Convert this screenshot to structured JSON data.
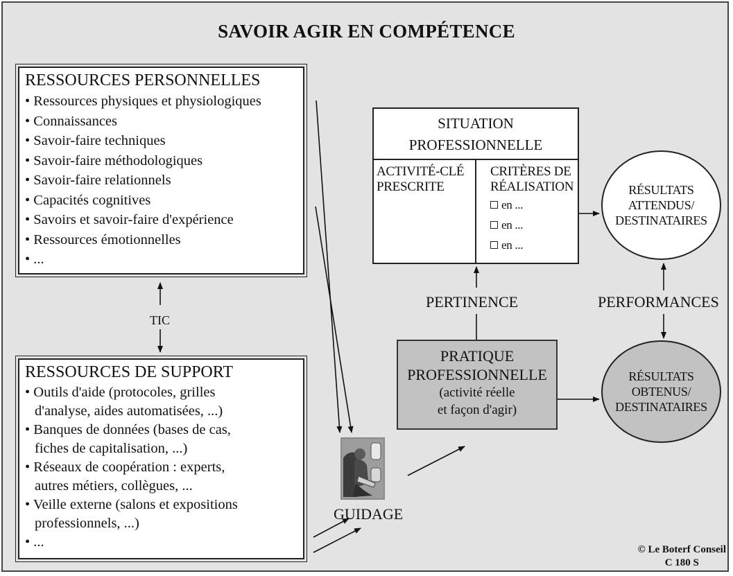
{
  "title": "SAVOIR AGIR EN COMPÉTENCE",
  "ressources_personnelles": {
    "title": "RESSOURCES PERSONNELLES",
    "items": [
      "• Ressources physiques et physiologiques",
      "• Connaissances",
      "• Savoir-faire techniques",
      "• Savoir-faire méthodologiques",
      "• Savoir-faire relationnels",
      "• Capacités cognitives",
      "• Savoirs et savoir-faire d'expérience",
      "• Ressources émotionnelles",
      "• ..."
    ]
  },
  "tic_label": "TIC",
  "ressources_support": {
    "title": "RESSOURCES DE SUPPORT",
    "items": [
      "• Outils d'aide (protocoles, grilles d'analyse, aides automatisées, ...)",
      "• Banques de données (bases de cas, fiches de capitalisation, ...)",
      "• Réseaux de coopération : experts, autres métiers, collègues, ...",
      "• Veille externe (salons et expositions professionnels, ...)",
      "• ..."
    ]
  },
  "situation": {
    "title_line1": "SITUATION",
    "title_line2": "PROFESSIONNELLE",
    "activite_line1": "ACTIVITÉ-CLÉ",
    "activite_line2": "PRESCRITE",
    "criteres_line1": "CRITÈRES DE",
    "criteres_line2": "RÉALISATION",
    "checks": [
      "en ...",
      "en ...",
      "en ..."
    ]
  },
  "resultats_attendus": {
    "line1": "RÉSULTATS",
    "line2": "ATTENDUS/",
    "line3": "DESTINATAIRES"
  },
  "pertinence_label": "PERTINENCE",
  "performances_label": "PERFORMANCES",
  "pratique": {
    "line1": "PRATIQUE",
    "line2": "PROFESSIONNELLE",
    "line3": "(activité réelle",
    "line4": "et façon d'agir)"
  },
  "resultats_obtenus": {
    "line1": "RÉSULTATS",
    "line2": "OBTENUS/",
    "line3": "DESTINATAIRES"
  },
  "guidage_label": "GUIDAGE",
  "copyright": {
    "line1": "© Le Boterf Conseil",
    "line2": "C 180 S"
  },
  "colors": {
    "background": "#e3e3e3",
    "box": "#ffffff",
    "pratique_fill": "#c2c2c2",
    "obtenus_fill": "#c2c2c2",
    "stroke": "#222222"
  }
}
